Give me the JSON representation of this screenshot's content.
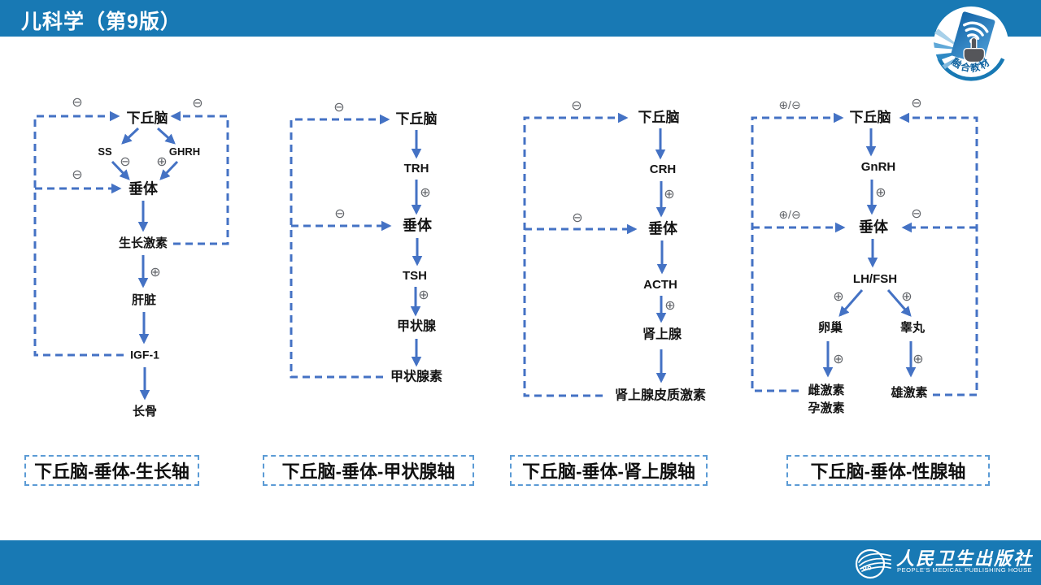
{
  "header": {
    "title": "儿科学（第9版）"
  },
  "badge": {
    "label": "融合教材"
  },
  "colors": {
    "bar_blue": "#1879B4",
    "arrow_blue": "#4472C4",
    "caption_border_blue": "#5B9BD5",
    "sign_gray": "#63666b"
  },
  "diagrams": [
    {
      "caption": "下丘脑-垂体-生长轴",
      "nodes": {
        "hypothalamus": "下丘脑",
        "ss": "SS",
        "ghrh": "GHRH",
        "pituitary": "垂体",
        "growth_hormone": "生长激素",
        "liver": "肝脏",
        "igf1": "IGF-1",
        "long_bone": "长骨"
      },
      "signs": {
        "feedback_hypothalamus_left": "⊖",
        "feedback_hypothalamus_right": "⊖",
        "ss_to_pituitary": "⊖",
        "ghrh_to_pituitary": "⊕",
        "feedback_pituitary": "⊖",
        "gh_to_liver": "⊕"
      }
    },
    {
      "caption": "下丘脑-垂体-甲状腺轴",
      "nodes": {
        "hypothalamus": "下丘脑",
        "trh": "TRH",
        "pituitary": "垂体",
        "tsh": "TSH",
        "thyroid": "甲状腺",
        "thyroxine": "甲状腺素"
      },
      "signs": {
        "feedback_hypothalamus": "⊖",
        "trh_to_pituitary": "⊕",
        "feedback_pituitary": "⊖",
        "tsh_to_thyroid": "⊕"
      }
    },
    {
      "caption": "下丘脑-垂体-肾上腺轴",
      "nodes": {
        "hypothalamus": "下丘脑",
        "crh": "CRH",
        "pituitary": "垂体",
        "acth": "ACTH",
        "adrenal": "肾上腺",
        "adrenal_cortex_hormone": "肾上腺皮质激素"
      },
      "signs": {
        "feedback_hypothalamus": "⊖",
        "crh_to_pituitary": "⊕",
        "feedback_pituitary": "⊖",
        "acth_to_adrenal": "⊕"
      }
    },
    {
      "caption": "下丘脑-垂体-性腺轴",
      "nodes": {
        "hypothalamus": "下丘脑",
        "gnrh": "GnRH",
        "pituitary": "垂体",
        "lh_fsh": "LH/FSH",
        "ovary": "卵巢",
        "testis": "睾丸",
        "estrogen": "雌激素",
        "progesterone": "孕激素",
        "androgen": "雄激素"
      },
      "signs": {
        "feedback_hypothalamus_left": "⊕/⊖",
        "feedback_hypothalamus_right": "⊖",
        "gnrh_to_pituitary": "⊕",
        "feedback_pituitary_left": "⊕/⊖",
        "feedback_pituitary_right": "⊖",
        "lhfsh_to_ovary": "⊕",
        "lhfsh_to_testis": "⊕",
        "ovary_to_hormones": "⊕",
        "testis_to_androgen": "⊕"
      }
    }
  ],
  "footer": {
    "publisher_cn": "人民卫生出版社",
    "publisher_en": "PEOPLE'S MEDICAL PUBLISHING HOUSE"
  }
}
